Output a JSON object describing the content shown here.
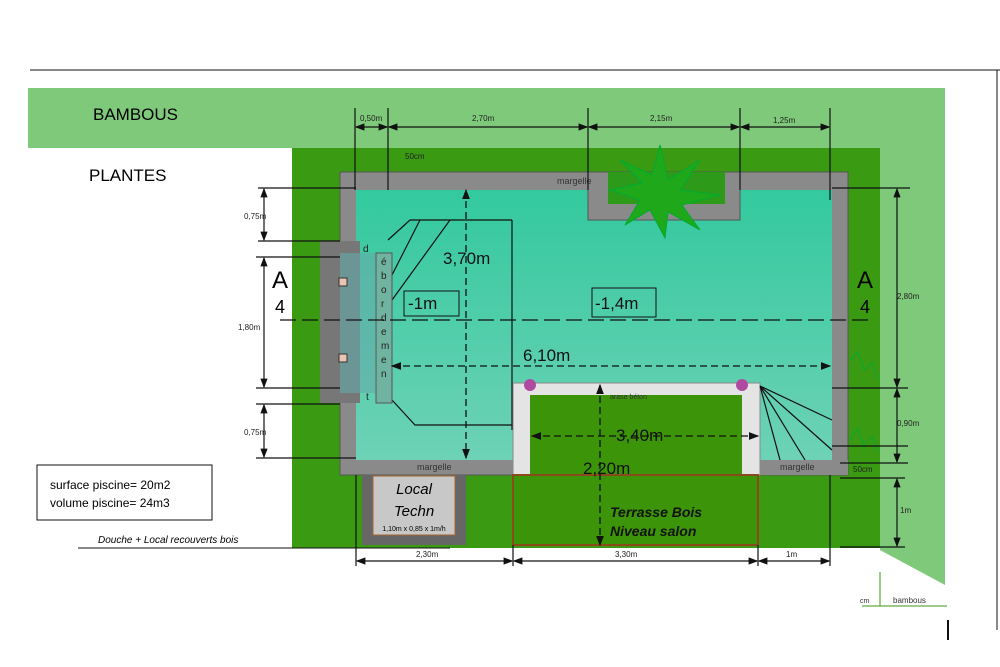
{
  "labels": {
    "bambous_top": "BAMBOUS",
    "plantes": "PLANTES",
    "margelle_top": "margelle",
    "margelle_bottom_left": "margelle",
    "margelle_bottom_right": "margelle",
    "cm50_top": "50cm",
    "cm50_right": "50cm",
    "eborder_letters": [
      "d",
      "é",
      "b",
      "o",
      "r",
      "d",
      "e",
      "m",
      "e",
      "n",
      "t"
    ],
    "depth_shallow": "-1m",
    "depth_deep": "-1,4m",
    "width_370": "3,70m",
    "length_610": "6,10m",
    "width_340": "3,40m",
    "depth_220": "2,20m",
    "arase": "arase béton",
    "terrasse_line1": "Terrasse  Bois",
    "terrasse_line2": "Niveau salon",
    "local_line1": "Local",
    "local_line2": "Techn",
    "local_size": "1,10m x 0,85 x 1m/h",
    "douche": "Douche + Local recouverts bois",
    "section_left": "A",
    "section_right": "A",
    "section_num": "4",
    "bambous_bottom": "bambous",
    "cm_bottom": "cm"
  },
  "info": {
    "surface": "surface piscine= 20m2",
    "volume": "volume piscine= 24m3"
  },
  "dimensions": {
    "top": [
      "0,50m",
      "2,70m",
      "2,15m",
      "1,25m"
    ],
    "left": [
      "0,75m",
      "1,80m",
      "0,75m"
    ],
    "right": [
      "2,80m",
      "0,90m",
      "1m"
    ],
    "bottom": [
      "2,30m",
      "3,30m",
      "1m"
    ]
  },
  "colors": {
    "light_green": "#7fc97a",
    "dark_green": "#3a9a12",
    "water": "#45c9a0",
    "margelle": "#8a8a8a",
    "terrace_green": "#3c9408"
  }
}
